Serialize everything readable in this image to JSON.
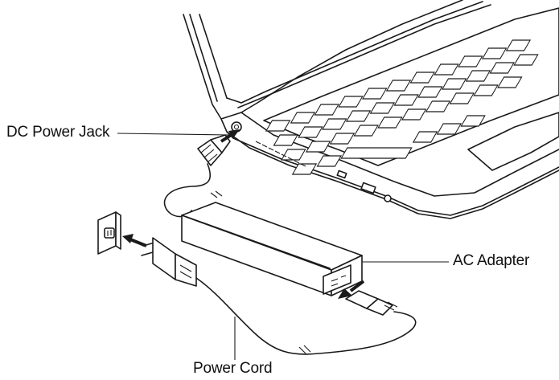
{
  "labels": {
    "dc_power_jack": "DC Power Jack",
    "ac_adapter": "AC Adapter",
    "power_cord": "Power Cord"
  },
  "colors": {
    "line": "#1a1a1a",
    "background": "#ffffff"
  }
}
